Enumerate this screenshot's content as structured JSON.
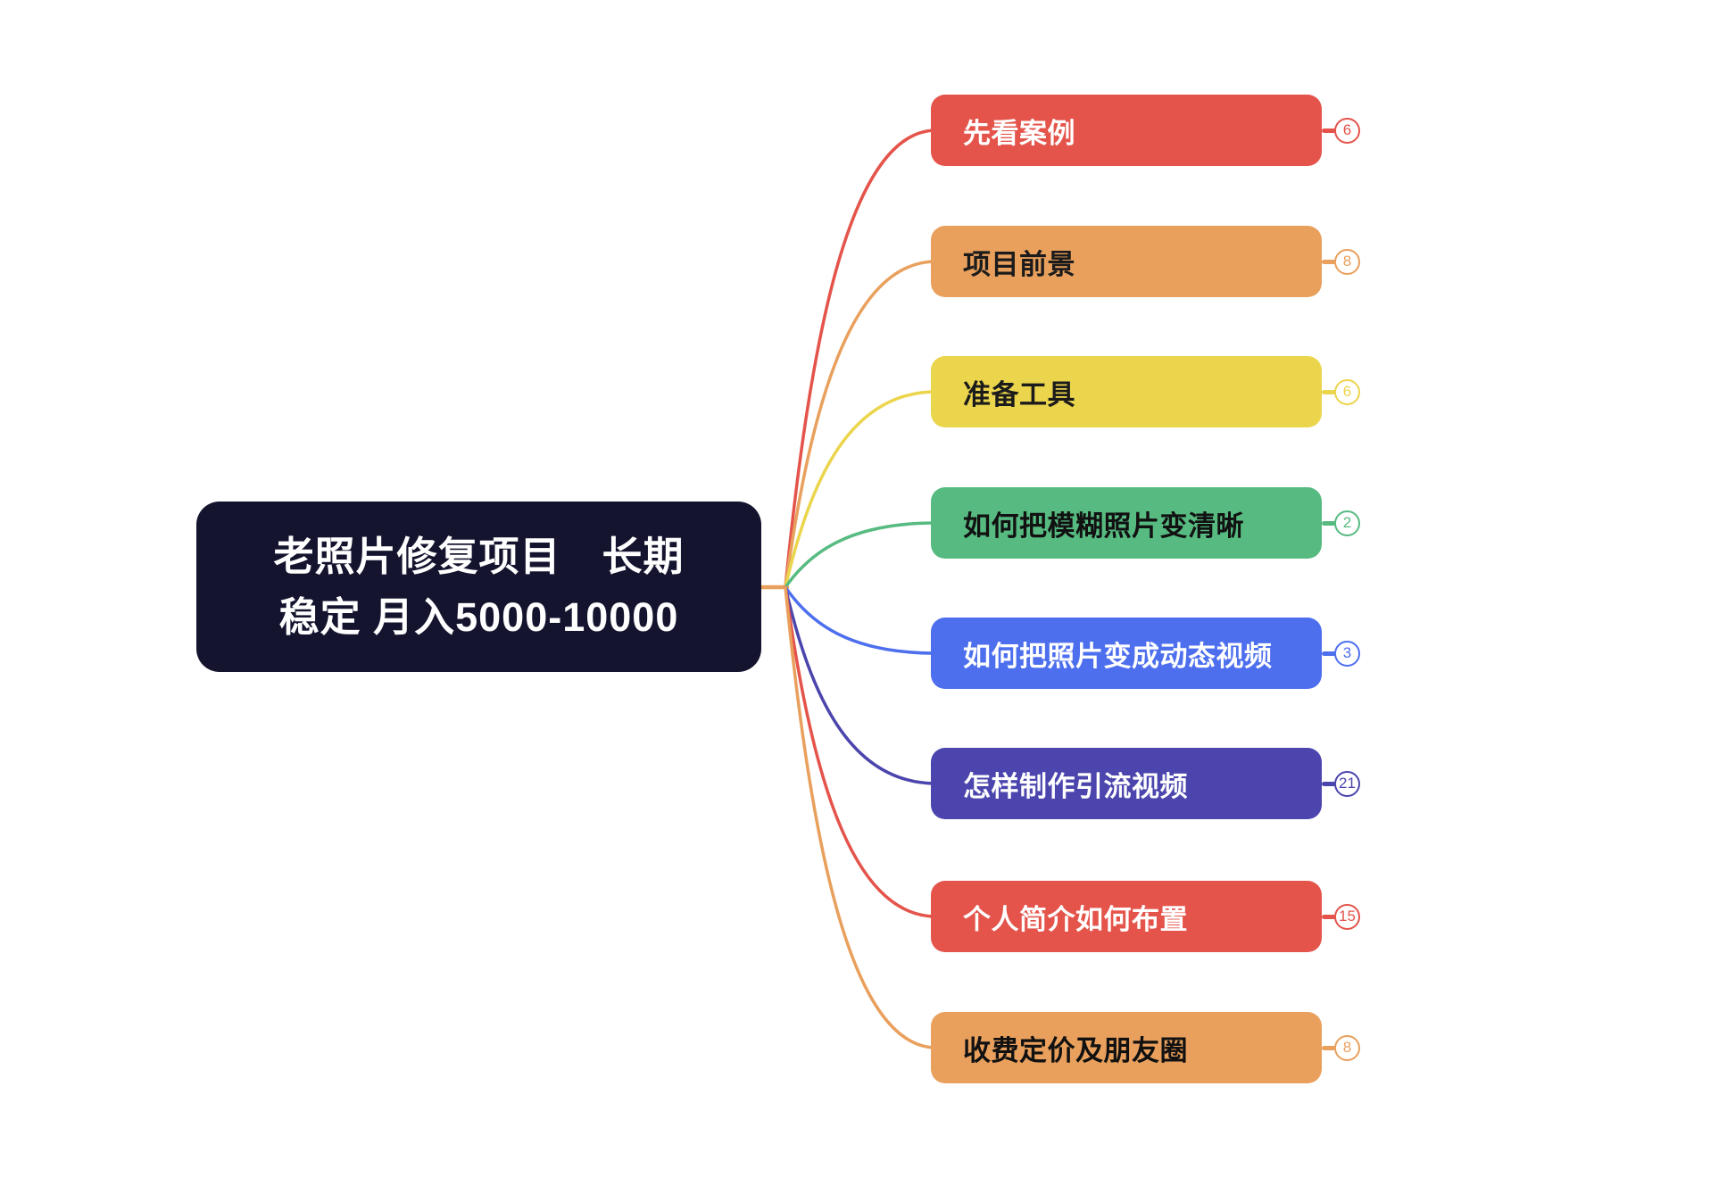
{
  "root": {
    "title_line1": "老照片修复项目　长期",
    "title_line2": "稳定 月入5000-10000",
    "bg_color": "#14142F",
    "text_color": "#FFFFFF"
  },
  "trunk_color": "#E9A05D",
  "branches": [
    {
      "label": "先看案例",
      "count": "6",
      "color": "#E4544B",
      "text_color": "#FFFFFF"
    },
    {
      "label": "项目前景",
      "count": "8",
      "color": "#E9A05D",
      "text_color": "#1B1B1B"
    },
    {
      "label": "准备工具",
      "count": "6",
      "color": "#EBD54D",
      "text_color": "#1B1B1B"
    },
    {
      "label": "如何把模糊照片变清晰",
      "count": "2",
      "color": "#57BB81",
      "text_color": "#111111"
    },
    {
      "label": "如何把照片变成动态视频",
      "count": "3",
      "color": "#4D6FEE",
      "text_color": "#FFFFFF"
    },
    {
      "label": "怎样制作引流视频",
      "count": "21",
      "color": "#4B45AD",
      "text_color": "#FFFFFF"
    },
    {
      "label": "个人简介如何布置",
      "count": "15",
      "color": "#E4544B",
      "text_color": "#FFFFFF"
    },
    {
      "label": "收费定价及朋友圈",
      "count": "8",
      "color": "#E9A05D",
      "text_color": "#111111"
    }
  ]
}
